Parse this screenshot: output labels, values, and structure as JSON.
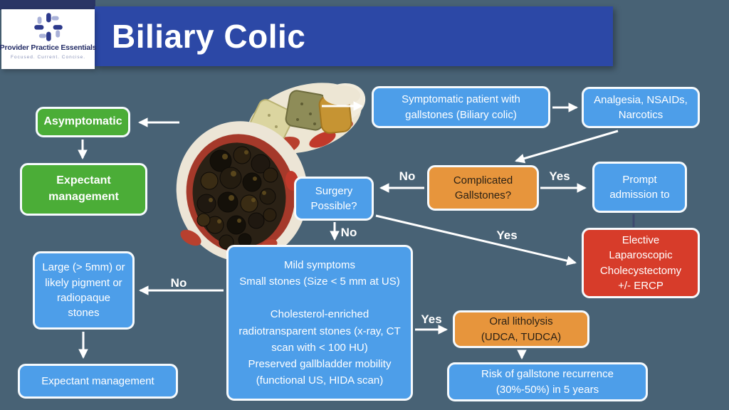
{
  "header": {
    "title": "Biliary Colic",
    "logo": {
      "name": "Provider Practice Essentials",
      "tagline": "Focused.  Current.  Concise."
    }
  },
  "flowchart": {
    "nodes": {
      "asymptomatic": {
        "label": "Asymptomatic"
      },
      "expectant_management_green": {
        "label": "Expectant\nmanagement"
      },
      "symptomatic_patient": {
        "label": "Symptomatic patient with\ngallstones (Biliary colic)"
      },
      "analgesia": {
        "label": "Analgesia, NSAIDs,\nNarcotics"
      },
      "complicated_gallstones": {
        "label": "Complicated\nGallstones?"
      },
      "prompt_admission": {
        "label": "Prompt\nadmission to"
      },
      "surgery_possible": {
        "label": "Surgery\nPossible?"
      },
      "elective_cholecystectomy": {
        "label": "Elective\nLaparoscopic\nCholecystectomy\n+/- ERCP"
      },
      "mild_symptoms": {
        "label": "Mild symptoms\nSmall stones (Size < 5 mm at US)\n\nCholesterol-enriched\nradiotransparent stones (x-ray, CT\nscan with < 100 HU)\nPreserved gallbladder mobility\n(functional US, HIDA scan)"
      },
      "large_stones": {
        "label": "Large (> 5mm) or\nlikely pigment or\nradiopaque\nstones"
      },
      "expectant_management_blue": {
        "label": "Expectant management"
      },
      "oral_litholysis": {
        "label": "Oral litholysis\n(UDCA, TUDCA)"
      },
      "risk_recurrence": {
        "label": "Risk of gallstone recurrence\n(30%-50%) in 5 years"
      }
    },
    "edge_labels": {
      "complicated_no": "No",
      "complicated_yes": "Yes",
      "surgery_no": "No",
      "surgery_yes": "Yes",
      "mild_no": "No",
      "mild_yes": "Yes"
    }
  },
  "colors": {
    "background": "#486275",
    "banner_blue": "#2C48A6",
    "top_strip_navy": "#2A3565",
    "node_blue": "#4D9EE9",
    "node_green": "#4BAD37",
    "node_orange": "#E7953C",
    "node_red": "#D73C2A",
    "node_border": "#F6FAFD",
    "arrow_white": "#FFFFFF",
    "orange_text": "#2B2115"
  }
}
